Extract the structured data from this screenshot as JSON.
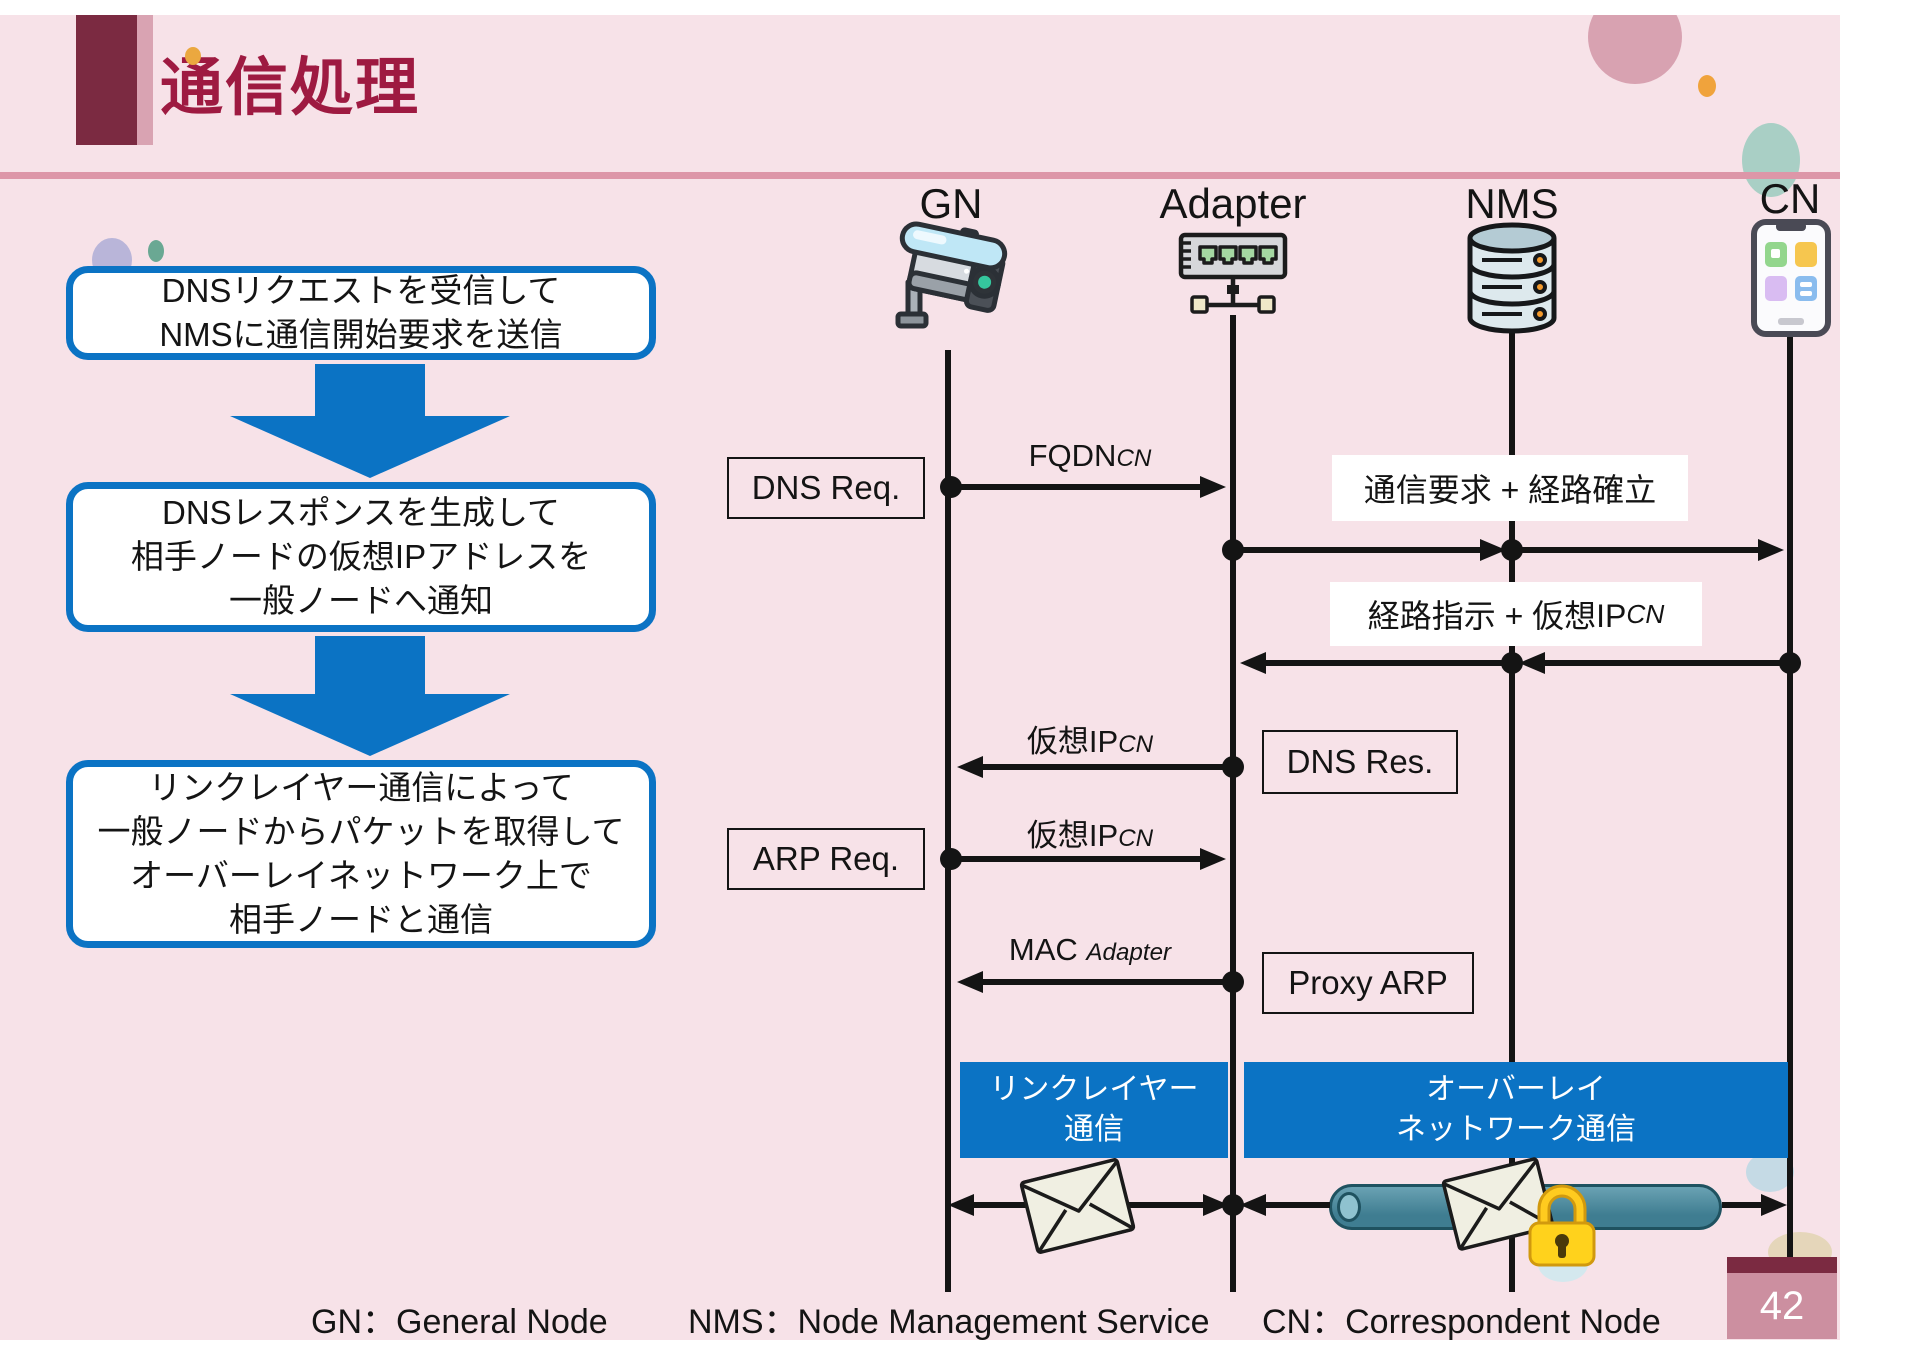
{
  "colors": {
    "accent_blue": "#0b73c4",
    "maroon": "#7b2a41",
    "title_red": "#9e1a41",
    "slide_pink": "#f7e2e8",
    "rule_pink": "#dd96a8",
    "page_box_pink": "#cc8fa0"
  },
  "header": {
    "title": "通信処理"
  },
  "steps": {
    "box1": {
      "line1": "DNSリクエストを受信して",
      "line2": "NMSに通信開始要求を送信"
    },
    "box2": {
      "line1": "DNSレスポンスを生成して",
      "line2": "相手ノードの仮想IPアドレスを",
      "line3": "一般ノードへ通知"
    },
    "box3": {
      "line1": "リンクレイヤー通信によって",
      "line2": "一般ノードからパケットを取得して",
      "line3": "オーバーレイネットワーク上で",
      "line4": "相手ノードと通信"
    }
  },
  "lifelines": {
    "gn": {
      "label": "GN",
      "icon": "security-camera-icon"
    },
    "adapter": {
      "label": "Adapter",
      "icon": "network-switch-icon"
    },
    "nms": {
      "label": "NMS",
      "icon": "database-icon"
    },
    "cn": {
      "label": "CN",
      "icon": "smartphone-icon"
    }
  },
  "messages": {
    "fqdn": {
      "text": "FQDN",
      "sub": "CN"
    },
    "comm_req": {
      "text": "通信要求 + 経路確立"
    },
    "route": {
      "text": "経路指示 + 仮想IP",
      "sub": "CN"
    },
    "vip_res": {
      "text": "仮想IP",
      "sub": "CN"
    },
    "vip_req": {
      "text": "仮想IP",
      "sub": "CN"
    },
    "mac": {
      "text": "MAC ",
      "sub": "Adapter"
    }
  },
  "tags": {
    "dns_req": "DNS Req.",
    "dns_res": "DNS Res.",
    "arp_req": "ARP Req.",
    "proxy_arp": "Proxy ARP"
  },
  "bars": {
    "link": {
      "line1": "リンクレイヤー",
      "line2": "通信"
    },
    "overlay": {
      "line1": "オーバーレイ",
      "line2": "ネットワーク通信"
    }
  },
  "legend": {
    "gn": "GN：General Node",
    "nms": "NMS：Node Management Service",
    "cn": "CN：Correspondent Node"
  },
  "page": {
    "number": "42"
  }
}
